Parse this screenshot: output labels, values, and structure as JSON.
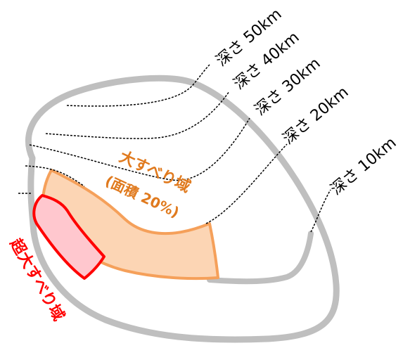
{
  "colors": {
    "outline": "#bfbfbf",
    "large_slip_stroke": "#f5a05a",
    "large_slip_fill": "#fcd5b4",
    "large_slip_text": "#e07a1e",
    "super_slip_stroke": "#ff0000",
    "super_slip_fill": "#ffc7ce",
    "super_slip_text": "#ff0000",
    "contour": "#000000"
  },
  "depth_labels": [
    {
      "text": "深さ 50km"
    },
    {
      "text": "深さ 40km"
    },
    {
      "text": "深さ 30km"
    },
    {
      "text": "深さ 20km"
    },
    {
      "text": "深さ 10km"
    }
  ],
  "large_slip_zone": {
    "label": "大すべり域",
    "sublabel": "(面積 20%)"
  },
  "super_slip_zone": {
    "label": "超大すべり域"
  }
}
